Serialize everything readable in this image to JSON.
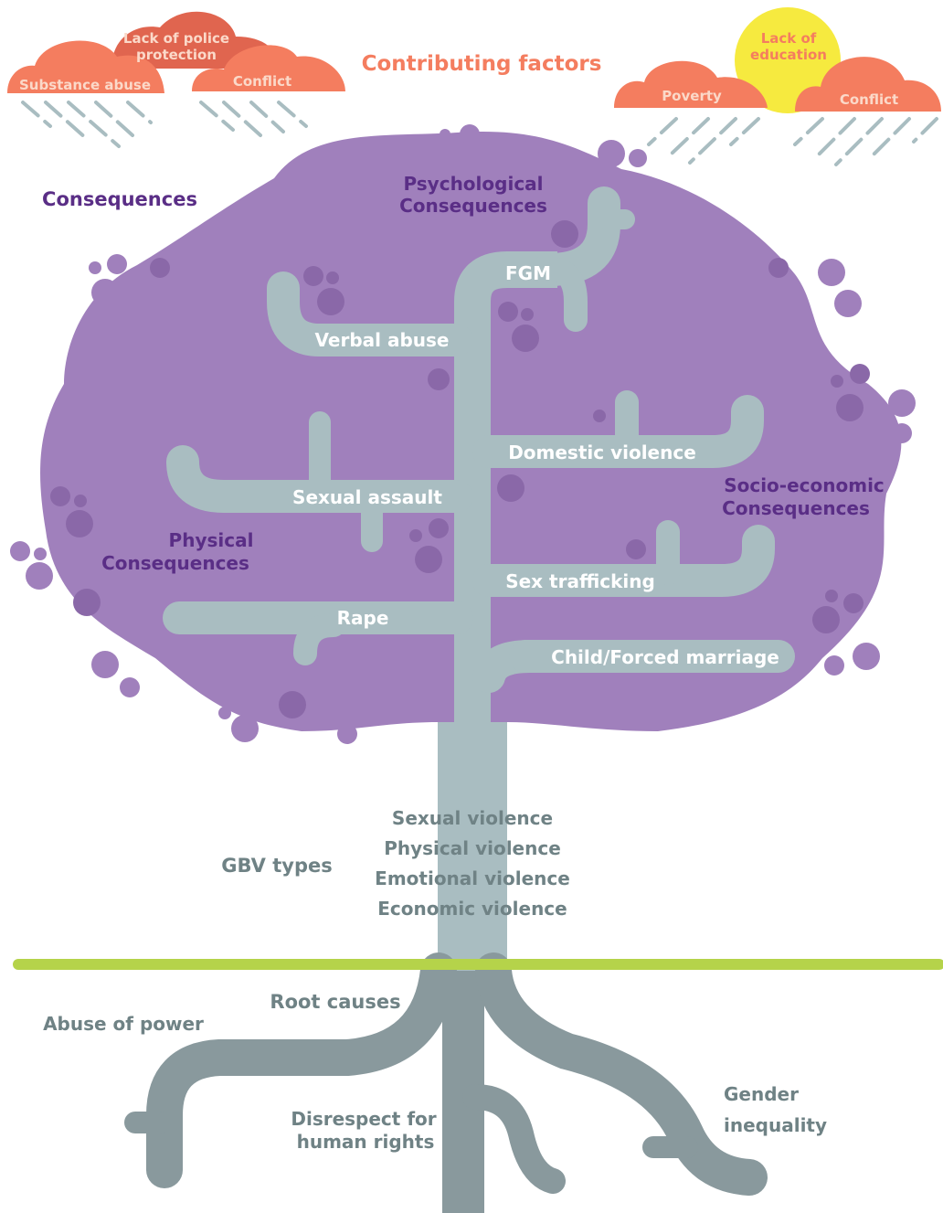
{
  "title": "Contributing factors",
  "section_labels": {
    "consequences": "Consequences",
    "gbv_types": "GBV types",
    "root_causes": "Root causes"
  },
  "clouds": {
    "left": [
      "Lack of police",
      "protection",
      "Substance abuse",
      "Conflict"
    ],
    "right": [
      "Lack of",
      "education",
      "Poverty",
      "Conflict"
    ]
  },
  "consequence_groups": {
    "psychological": [
      "Psychological",
      "Consequences"
    ],
    "physical": [
      "Physical",
      "Consequences"
    ],
    "socio_economic": [
      "Socio-economic",
      "Consequences"
    ]
  },
  "branches": [
    "FGM",
    "Verbal abuse",
    "Domestic violence",
    "Sexual assault",
    "Sex trafficking",
    "Rape",
    "Child/Forced marriage"
  ],
  "gbv_types": [
    "Sexual violence",
    "Physical violence",
    "Emotional violence",
    "Economic violence"
  ],
  "root_causes": {
    "abuse_of_power": "Abuse of power",
    "disrespect": [
      "Disrespect for",
      "human rights"
    ],
    "gender": [
      "Gender",
      "inequality"
    ]
  },
  "colors": {
    "canopy": "#a080bc",
    "canopy_dot": "#8a68a8",
    "outer_dot": "#a080bc",
    "trunk": "#a9bdc1",
    "roots": "#89999d",
    "ground": "#b5d34a",
    "cloud_light": "#f47d5f",
    "cloud_dark": "#e0654f",
    "sun": "#f6ea3f",
    "rain": "#a9bdc1",
    "title": "#f47d5f",
    "purple_text": "#5a2e86",
    "gray_text": "#6f8285"
  }
}
